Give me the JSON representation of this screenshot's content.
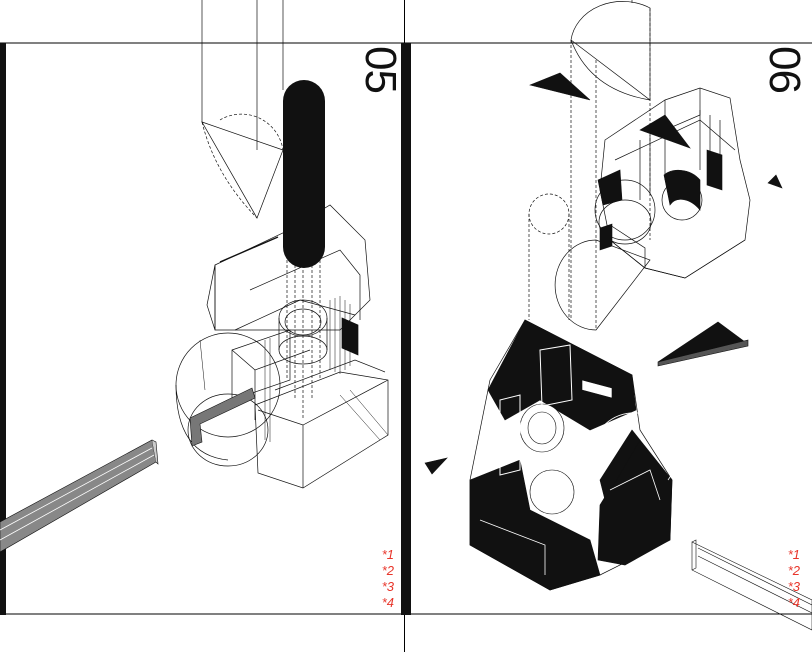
{
  "colors": {
    "ink": "#111111",
    "frame": "#000000",
    "note": "#e8352a",
    "paper": "#ffffff"
  },
  "pages": [
    {
      "number": "05",
      "notes": [
        "*1",
        "*2",
        "*3",
        "*4"
      ]
    },
    {
      "number": "06",
      "notes": [
        "*1",
        "*2",
        "*3",
        "*4"
      ]
    }
  ]
}
